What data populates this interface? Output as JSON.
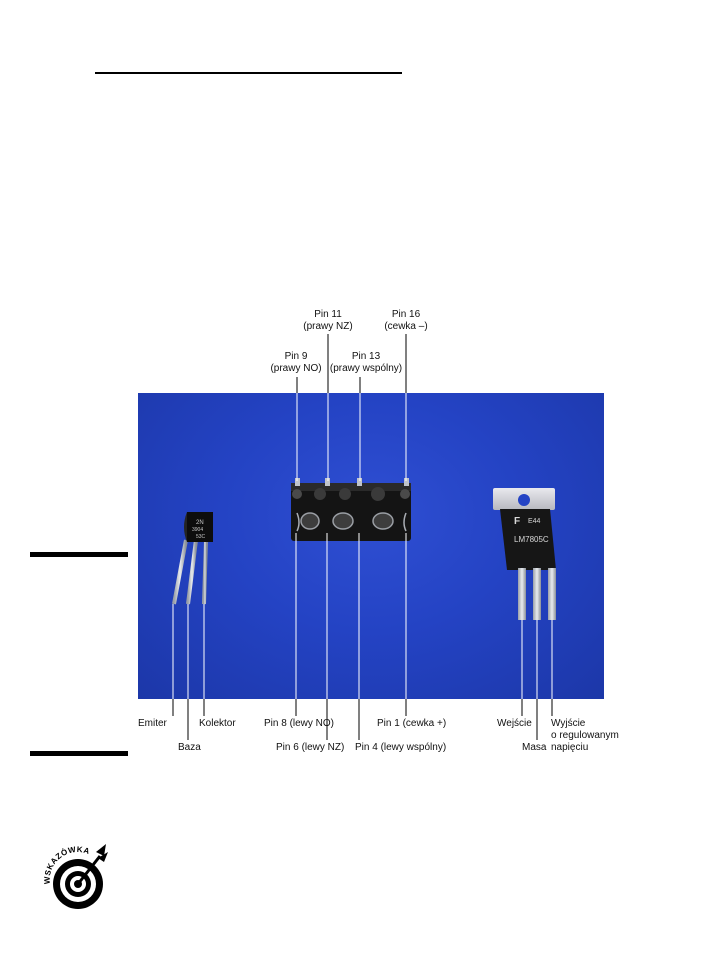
{
  "labels": {
    "pin11_line1": "Pin 11",
    "pin11_line2": "(prawy NZ)",
    "pin16_line1": "Pin 16",
    "pin16_line2": "(cewka –)",
    "pin9_line1": "Pin 9",
    "pin9_line2": "(prawy NO)",
    "pin13_line1": "Pin 13",
    "pin13_line2": "(prawy wspólny)",
    "emiter": "Emiter",
    "kolektor": "Kolektor",
    "baza": "Baza",
    "pin8": "Pin 8 (lewy NO)",
    "pin6": "Pin 6 (lewy NZ)",
    "pin1": "Pin 1 (cewka +)",
    "pin4": "Pin 4 (lewy wspólny)",
    "wejscie": "Wejście",
    "masa": "Masa",
    "wyjscie_line1": "Wyjście",
    "wyjscie_line2": "o regulowanym",
    "wyjscie_line3": "napięciu"
  },
  "component_markings": {
    "transistor_line1": "2N",
    "transistor_line2": "3904",
    "transistor_line3": "53C",
    "regulator_line1": "F",
    "regulator_line2": "E44",
    "regulator_line3": "LM7805C"
  },
  "badge": {
    "text": "WSKAZÓWKA"
  },
  "colors": {
    "photo_background": "#2443c4",
    "relay_body": "#151515",
    "tab_metal": "#cfcfd4"
  },
  "icons": {
    "badge": "target-arrow-icon"
  }
}
